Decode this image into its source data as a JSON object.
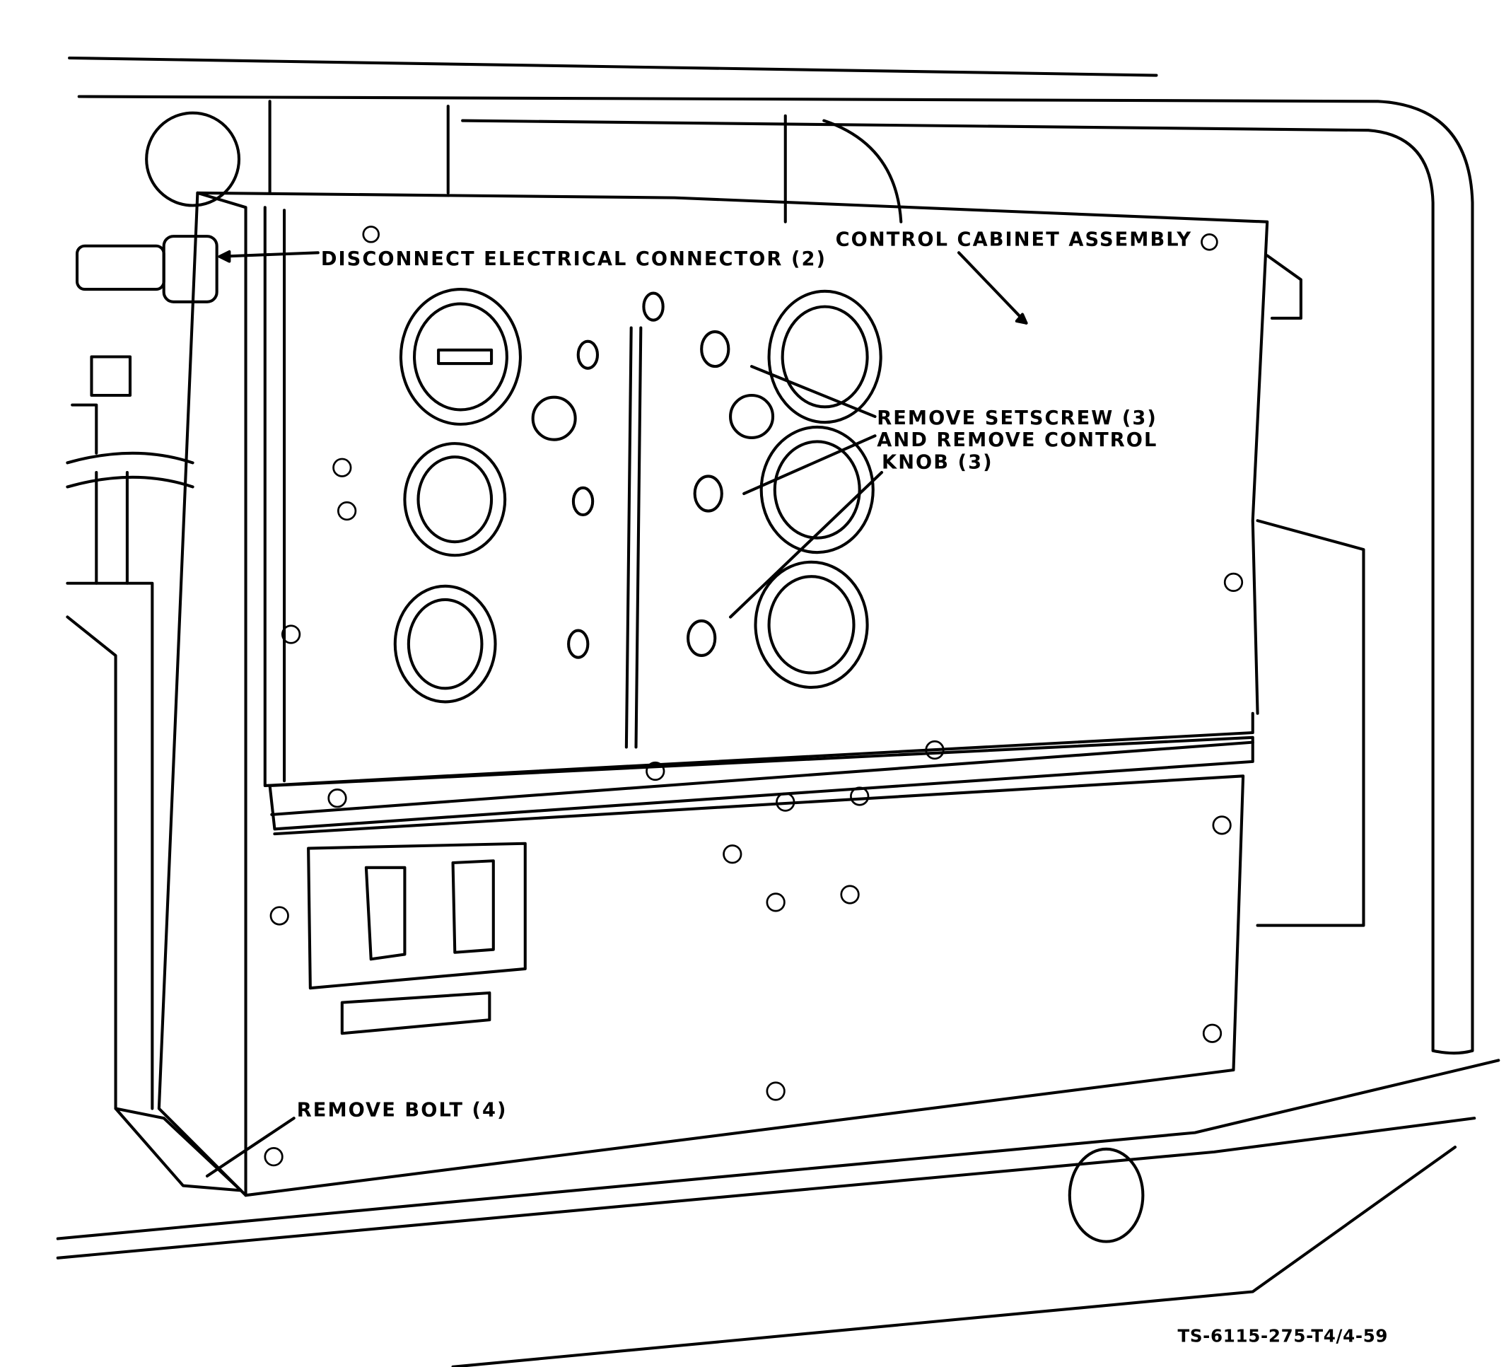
{
  "labels": {
    "connector": "DISCONNECT ELECTRICAL CONNECTOR (2)",
    "cabinet": "CONTROL CABINET ASSEMBLY",
    "setscrew_line1": "REMOVE SETSCREW (3)",
    "setscrew_line2": "AND REMOVE CONTROL",
    "setscrew_line3": "KNOB (3)",
    "bolt": "REMOVE BOLT (4)"
  },
  "figure_id": "TS-6115-275-T4/4-59"
}
